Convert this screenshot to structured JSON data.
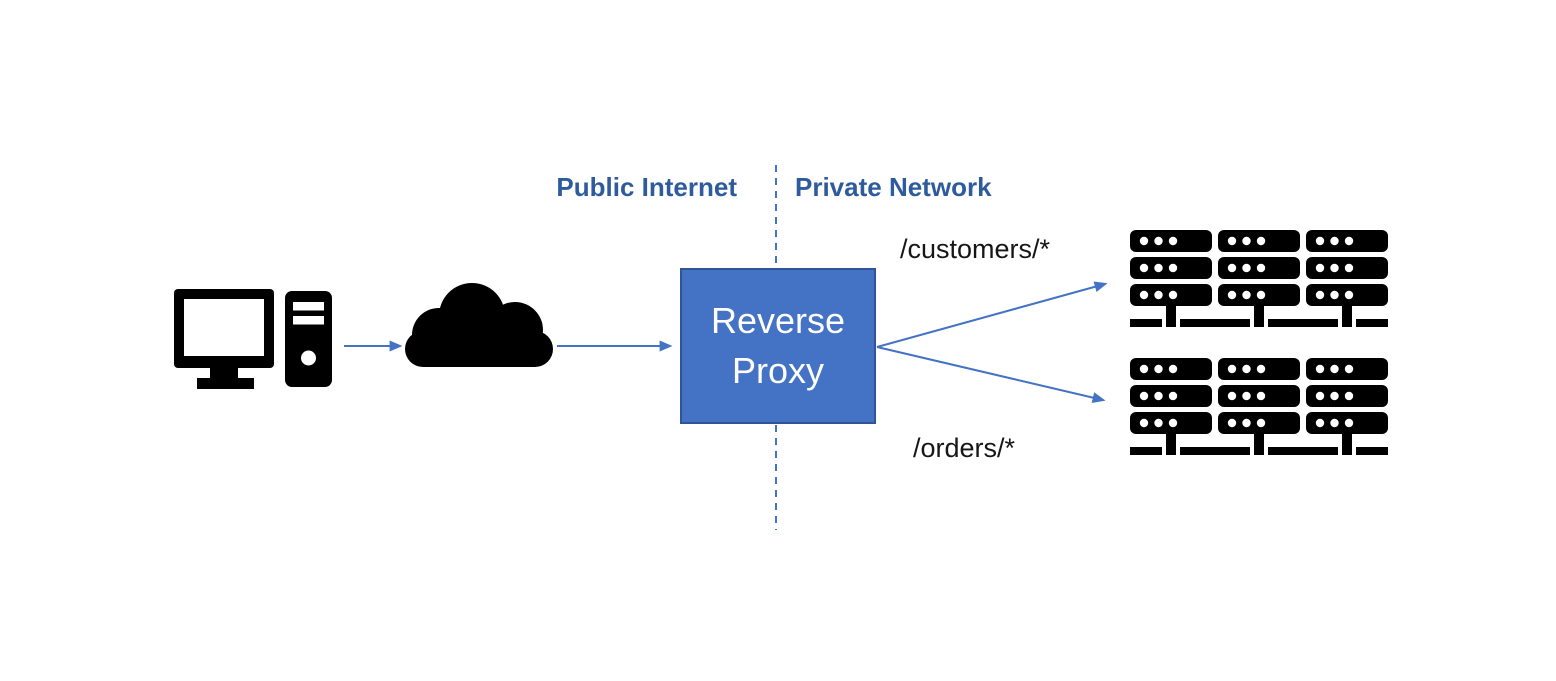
{
  "zones": {
    "public_label": "Public Internet",
    "private_label": "Private Network"
  },
  "proxy": {
    "label": "Reverse Proxy"
  },
  "routes": [
    {
      "path": "/customers/*"
    },
    {
      "path": "/orders/*"
    }
  ],
  "icons": {
    "client": "desktop-computer-icon",
    "internet": "cloud-icon",
    "customers_backend": "server-cluster-icon",
    "orders_backend": "server-cluster-icon"
  },
  "colors": {
    "accent_blue": "#4472C4",
    "proxy_border": "#2F5597",
    "zone_label_blue": "#2E5B9E",
    "icon_black": "#000000",
    "background": "#FFFFFF"
  }
}
